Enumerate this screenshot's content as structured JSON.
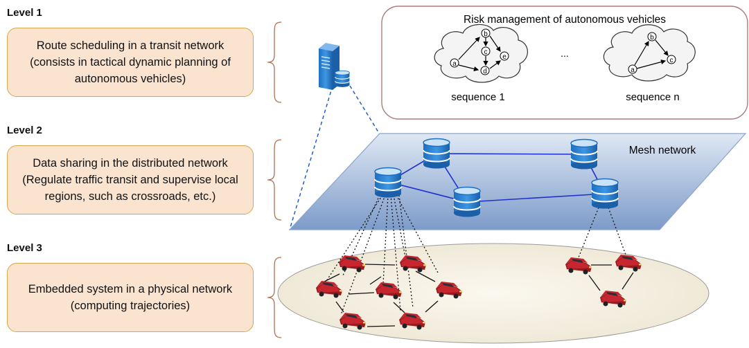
{
  "levels": [
    {
      "title": "Level 1",
      "lines": [
        "Route scheduling in a transit network",
        "(consists in tactical dynamic planning of",
        "autonomous vehicles)"
      ]
    },
    {
      "title": "Level 2",
      "lines": [
        "Data sharing in the distributed network",
        "(Regulate traffic transit and supervise local",
        "regions, such as crossroads, etc.)"
      ]
    },
    {
      "title": "Level 3",
      "lines": [
        "Embedded system in a physical network",
        "(computing trajectories)"
      ]
    }
  ],
  "risk_panel": {
    "title": "Risk management of autonomous vehicles",
    "sequence_first": "sequence 1",
    "ellipsis": "...",
    "sequence_last": "sequence n",
    "graph1_nodes": [
      "a",
      "b",
      "c",
      "d",
      "e"
    ],
    "graph2_nodes": [
      "a",
      "b",
      "c"
    ]
  },
  "mesh": {
    "label": "Mesh network"
  },
  "colors": {
    "level_fill": "#fae4d0",
    "level_border": "#d9a54c",
    "mesh_top": "#d9e4f2",
    "mesh_bottom": "#7797c6",
    "link": "#1f2fd1",
    "car": "#c8262e"
  }
}
